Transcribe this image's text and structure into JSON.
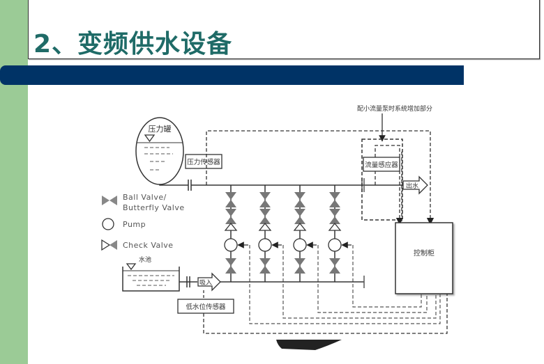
{
  "slide": {
    "title": "2、变频供水设备",
    "colors": {
      "sidebar_green": "#9bcb96",
      "title_text": "#1f6b67",
      "header_band": "#003366",
      "valve_fill": "#777777"
    }
  },
  "diagram": {
    "annotation": "配小流量泵时系统增加部分",
    "pressure_tank": "压力罐",
    "pressure_sensor": "压力传感器",
    "flow_sensor": "流量感应器",
    "outlet": "出水",
    "control_cabinet": "控制柜",
    "water_pool": "水池",
    "inlet": "吸入",
    "low_level_sensor": "低水位传感器",
    "pump_count": 4,
    "legend": [
      {
        "icon": "ball-valve-icon",
        "label_line1": "Ball Valve/",
        "label_line2": "Butterfly Valve"
      },
      {
        "icon": "pump-icon",
        "label_line1": "Pump",
        "label_line2": ""
      },
      {
        "icon": "check-valve-icon",
        "label_line1": "Check Valve",
        "label_line2": ""
      }
    ]
  }
}
